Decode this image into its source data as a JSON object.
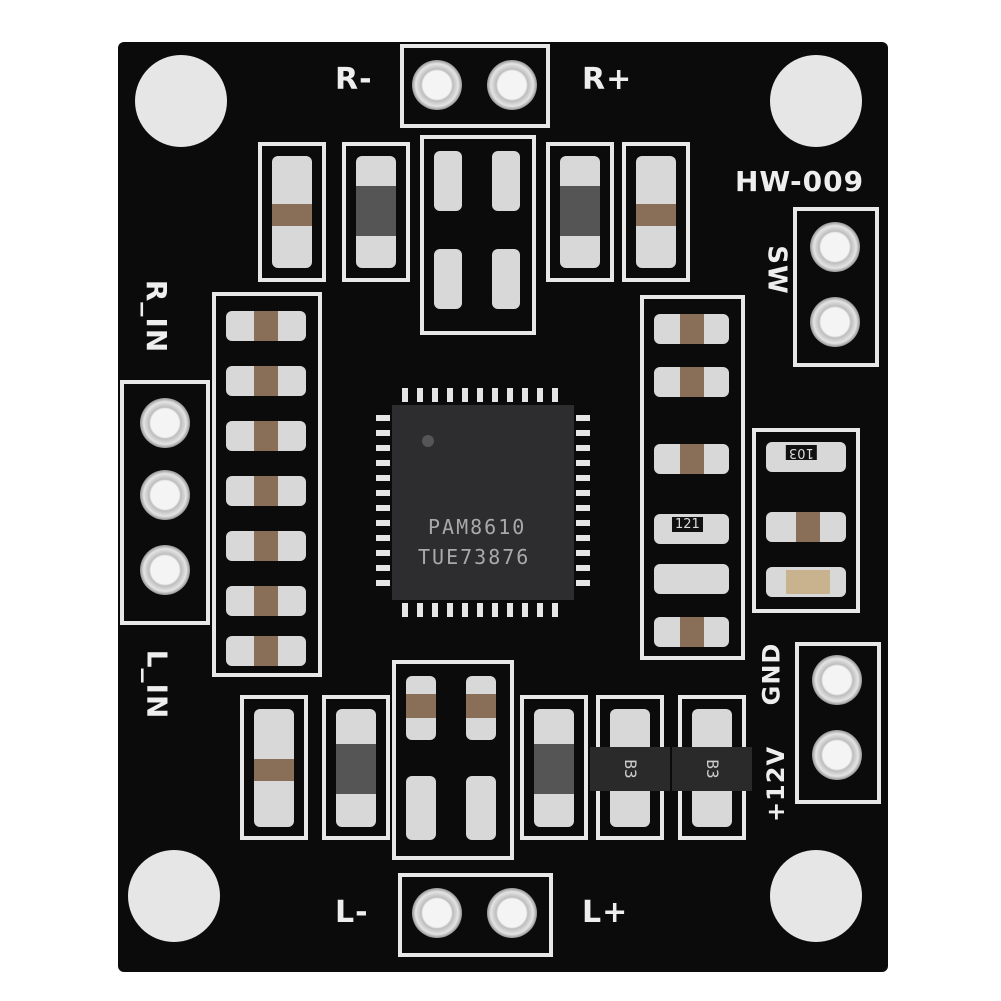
{
  "board": {
    "model_label": "HW-009",
    "chip": {
      "line1": "PAM8610",
      "line2": "TUE73876"
    },
    "labels": {
      "r_minus": "R-",
      "r_plus": "R+",
      "l_minus": "L-",
      "l_plus": "L+",
      "r_in": "R_IN",
      "l_in": "L_IN",
      "sw": "SW",
      "gnd": "GND",
      "v12": "+12V"
    },
    "resistor_codes": [
      "103",
      "121"
    ],
    "diode_codes": [
      "B3",
      "B3"
    ],
    "colors": {
      "pcb": "#0b0b0c",
      "silkscreen": "#eeeeee",
      "chip": "#2d2d30"
    }
  }
}
